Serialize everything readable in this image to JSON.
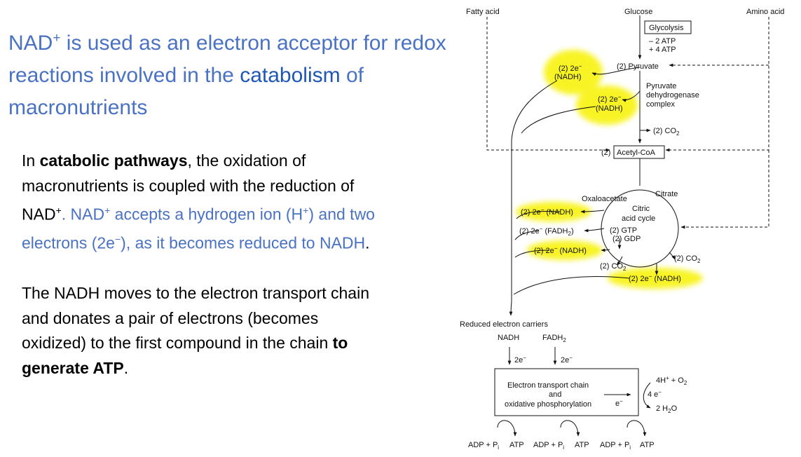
{
  "slide": {
    "title_a": "NAD",
    "title_sup": "+",
    "title_b": " is used as an electron acceptor for redox reactions involved in the ",
    "title_key": "catabolism",
    "title_c": " of macronutrients"
  },
  "para1": {
    "a": "In ",
    "b": "catabolic pathways",
    "c": ", the oxidation of macronutrients is coupled with the reduction of NAD",
    "c_sup": "+",
    "d": ". NAD",
    "d_sup": "+",
    "e": " accepts a hydrogen ion (H",
    "e_sup": "+",
    "f": ") and two electrons (2e",
    "f_sup": "−",
    "g": "), as it becomes reduced to NADH",
    "h": "."
  },
  "para2": {
    "a": "The NADH moves to the electron transport chain and donates a pair of electrons (becomes oxidized) to the first compound in the chain ",
    "b": "to generate ATP",
    "c": "."
  },
  "diagram": {
    "fatty_acid": "Fatty acid",
    "glucose": "Glucose",
    "amino_acid": "Amino acid",
    "glycolysis": "Glycolysis",
    "minus_atp": "– 2 ATP",
    "plus_atp": "+ 4 ATP",
    "pyruvate": "(2) Pyruvate",
    "nadh1_a": "(2) 2e",
    "nadh1_b": "(NADH)",
    "pdh_1": "Pyruvate",
    "pdh_2": "dehydrogenase",
    "pdh_3": "complex",
    "nadh2_a": "(2) 2e",
    "nadh2_b": "(NADH)",
    "co2_1": "(2) CO",
    "acetyl_pre": "(2)",
    "acetyl": "Acetyl-CoA",
    "oxaloacetate": "Oxaloacetate",
    "citrate": "Citrate",
    "cycle_1": "Citric",
    "cycle_2": "acid cycle",
    "tca_nadh1": "(2) 2e",
    "tca_nadh1_b": " (NADH)",
    "tca_fadh2": "(2) 2e",
    "tca_fadh2_b": " (FADH",
    "gtp": "(2) GTP",
    "gdp": "(2) GDP",
    "tca_nadh2": "(2) 2e",
    "tca_nadh2_b": " (NADH)",
    "co2_2": "(2) CO",
    "co2_3": "(2) CO",
    "tca_nadh3": "(2) 2e",
    "tca_nadh3_b": " (NADH)",
    "carriers": "Reduced electron carriers",
    "nadh": "NADH",
    "fadh2": "FADH",
    "two_e_1": "2e",
    "two_e_2": "2e",
    "etc_1": "Electron transport chain",
    "etc_2": "and",
    "etc_3": "oxidative phosphorylation",
    "etc_e": "e",
    "four_h": "4H",
    "o2": " + O",
    "four_e": "4 e",
    "h2o": "2 H",
    "adp1": "ADP + P",
    "atp1": "ATP",
    "adp2": "ADP + P",
    "atp2": "ATP",
    "adp3": "ADP + P",
    "atp3": "ATP",
    "sub_i": "i",
    "sub_2": "2",
    "sup_minus": "−",
    "sup_plus": "+"
  },
  "colors": {
    "title": "#4a72c4",
    "title_key": "#1f57b5",
    "highlight": "#f7f200"
  }
}
